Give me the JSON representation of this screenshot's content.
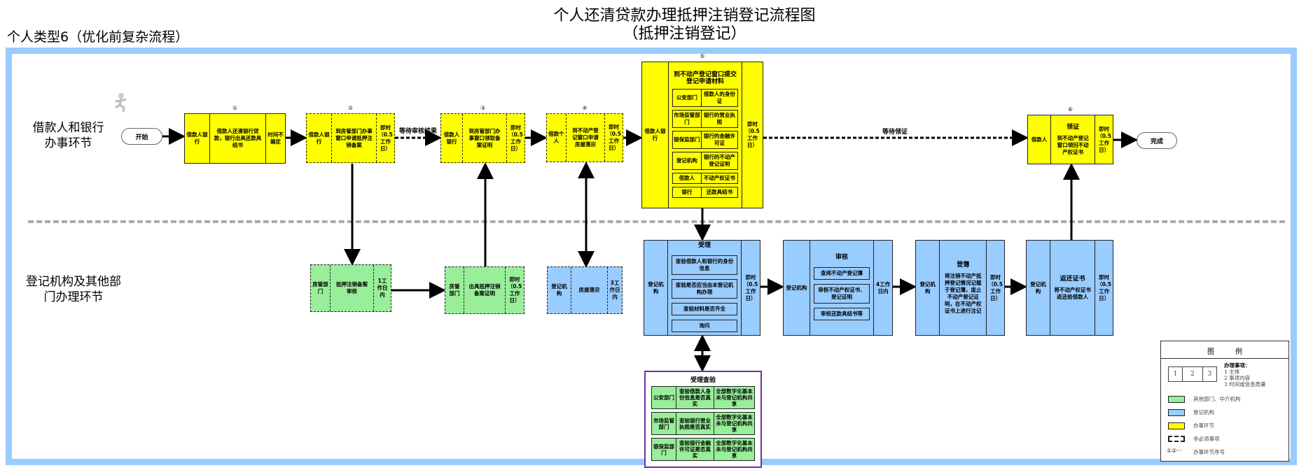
{
  "header": {
    "title": "个人还清贷款办理抵押注销登记流程图",
    "subtitle": "（抵押注销登记）",
    "type_label": "个人类型6（优化前复杂流程）"
  },
  "lanes": {
    "upper": "借款人和银行办事环节",
    "lower": "登记机构及其他部门办理环节"
  },
  "terminals": {
    "start": "开始",
    "end": "完成"
  },
  "connectors": {
    "wait_review": "等待审核结果",
    "wait_cert": "等待领证"
  },
  "colors": {
    "applicant": "#ffff00",
    "other_dept": "#99ee99",
    "registry": "#99ccff",
    "frame": "#99ccff",
    "check_box": "#7030a0"
  },
  "steps": [
    {
      "id": "s1",
      "number": "①",
      "style": "yellow",
      "dashed": false,
      "subject": "借款人银行",
      "content": "借款人还清银行贷款，银行出具还款具结书",
      "time": "时间不确定"
    },
    {
      "id": "s2",
      "number": "②",
      "style": "yellow",
      "dashed": true,
      "subject": "借款人银行",
      "content": "到房管部门办事窗口申请抵押注销备案",
      "time": "即时（0.5工作日）"
    },
    {
      "id": "s3",
      "number": "③",
      "style": "yellow",
      "dashed": true,
      "subject": "借款人银行",
      "content": "到房管部门办事窗口领取备案证明",
      "time": "即时（0.5工作日）"
    },
    {
      "id": "s4",
      "number": "④",
      "style": "yellow",
      "dashed": true,
      "subject": "借款个人",
      "content": "到不动产登记窗口申请房屋落宗",
      "time": "即时（0.5工作日）"
    },
    {
      "id": "s5",
      "number": "⑤",
      "style": "yellow",
      "dashed": false,
      "subject": "借款人银行",
      "title": "到不动产登记窗口提交登记申请材料",
      "pairs": [
        [
          "公安部门",
          "借款人的身份证"
        ],
        [
          "市场监管部门",
          "银行的营业执照"
        ],
        [
          "银保监部门",
          "银行的金融许可证"
        ],
        [
          "登记机构",
          "银行的不动产登记证明"
        ],
        [
          "借款人",
          "不动产权证书"
        ],
        [
          "银行",
          "还款具结书"
        ]
      ],
      "time": "即时（0.5工作日）"
    },
    {
      "id": "s6",
      "number": "⑥",
      "style": "yellow",
      "dashed": false,
      "subject": "借款人",
      "title": "领证",
      "content": "到不动产登记窗口领回不动产权证书",
      "time": "即时（0.5工作日）"
    },
    {
      "id": "g1",
      "number": "",
      "style": "green",
      "dashed": true,
      "subject": "房管部门",
      "content": "抵押注销备案审核",
      "time": "1工作日内"
    },
    {
      "id": "g2",
      "number": "",
      "style": "green",
      "dashed": true,
      "subject": "房管部门",
      "content": "出具抵押注销备案证明",
      "time": "即时（0.5工作日）"
    },
    {
      "id": "b1",
      "number": "",
      "style": "blue",
      "dashed": true,
      "subject": "登记机构",
      "content": "房屋落宗",
      "time": "3工作日内"
    },
    {
      "id": "b2",
      "number": "",
      "style": "blue",
      "dashed": false,
      "subject": "登记机构",
      "title": "受理",
      "items": [
        "查验借款人和银行的身份信息",
        "查验是否应当由本登记机构办理",
        "查验材料是否齐全",
        "询问"
      ],
      "time": "即时（0.5工作日）"
    },
    {
      "id": "b3",
      "number": "",
      "style": "blue",
      "dashed": false,
      "subject": "登记机构",
      "title": "审核",
      "items": [
        "查阅不动产登记簿",
        "审核不动产权证书、登记证明",
        "审核还款具结书等"
      ],
      "time": "4工作日内"
    },
    {
      "id": "b4",
      "number": "",
      "style": "blue",
      "dashed": false,
      "subject": "登记机构",
      "title": "登簿",
      "content": "将注销不动产抵押登记情况记载于登记簿，废止不动产登记证明，在不动产权证书上进行注记",
      "time": "即时（0.5工作日）"
    },
    {
      "id": "b5",
      "number": "",
      "style": "blue",
      "dashed": false,
      "subject": "登记机构",
      "title": "返还证书",
      "content": "将不动产权证书返还给借款人",
      "time": "即时（0.5工作日）"
    }
  ],
  "check": {
    "title": "受理查验",
    "rows": [
      [
        "公安部门",
        "查验借款人身份信息是否真实",
        "全部数字化基本未与登记机构共享"
      ],
      [
        "市场监管部门",
        "查验银行营业执照是否真实",
        "全部数字化基本未与登记机构共享"
      ],
      [
        "银保监部门",
        "查验银行金融许可证是否真实",
        "全部数字化基本未与登记机构共享"
      ]
    ]
  },
  "legend": {
    "title": "图　　　例",
    "sample": [
      "1",
      "2",
      "3"
    ],
    "desc_title": "办理事项：",
    "desc": [
      "1 主体",
      "2 事项内容",
      "3 时间或信息质量"
    ],
    "items": [
      {
        "kind": "green",
        "label": "其他部门、中介机构"
      },
      {
        "kind": "blue",
        "label": "登记机构"
      },
      {
        "kind": "yellow",
        "label": "办事环节"
      },
      {
        "kind": "dashed",
        "label": "非必须事项"
      },
      {
        "kind": "numbers",
        "symbol": "①②···",
        "label": "办事环节序号"
      }
    ]
  }
}
